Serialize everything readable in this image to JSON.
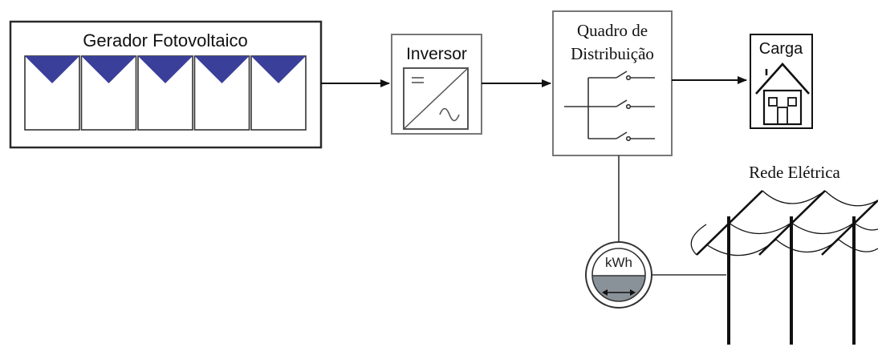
{
  "labels": {
    "generator": "Gerador Fotovoltaico",
    "inverter": "Inversor",
    "distribution_line1": "Quadro de",
    "distribution_line2": "Distribuição",
    "load": "Carga",
    "grid": "Rede Elétrica",
    "meter": "kWh"
  },
  "panel_count": 5,
  "colors": {
    "panel_triangle": "#3a3f9a",
    "stroke": "#2a2a2a",
    "meter_bottom": "#8a9299"
  }
}
